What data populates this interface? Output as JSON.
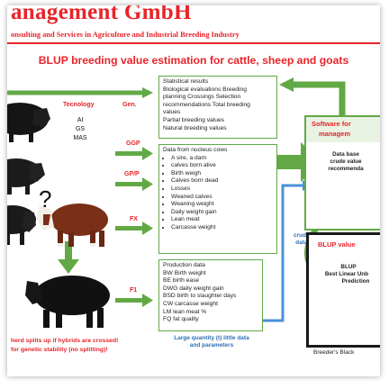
{
  "header": {
    "title": "anagement GmbH",
    "subtitle": "onsulting and Services in Agriculture and Industrial Breeding Industry"
  },
  "heading": "BLUP breeding value estimation for cattle, sheep and goats",
  "columns": {
    "technology": "Tecnology",
    "generation": "Gen."
  },
  "technologies": [
    "AI",
    "GS",
    "MAS"
  ],
  "question_mark": "?",
  "generations": [
    "GGP",
    "GP/P",
    "FX",
    "F1"
  ],
  "results_box": {
    "lines": [
      "Statistical results",
      "Biological evaluations Breeding",
      "planning Crossings Selection",
      "recommendations Total breeding",
      "values",
      "Partial breeding values",
      "Natural breeding values"
    ]
  },
  "nucleus_box": {
    "intro": "Data from nucleus cows",
    "items": [
      "A sire, a dam",
      "calves born alive",
      "Birth weigh",
      "Calves born dead",
      "Losses",
      "Weaned calves",
      "Weaning weight",
      "Daily weight gain",
      "Lean meat",
      "Carcasse weight"
    ]
  },
  "production_box": {
    "lines": [
      "Production data",
      "BW Birth weight",
      "BE birth ease",
      "DWG daily weight gain",
      "BSD birth to slaughter days",
      "CW carcasse weight",
      "LM lean meat %",
      "FQ fat quality"
    ]
  },
  "large_quantity_note": [
    "Large quantity (t) little data",
    "and parameters"
  ],
  "crude_data_label": [
    "crude",
    "data"
  ],
  "right_panel": {
    "software_title": [
      "Software for",
      "managem"
    ],
    "database_text": [
      "Data base",
      "crude value",
      "recommenda"
    ],
    "blup_title": "BLUP  value",
    "blup_text": [
      "BLUP",
      "Best Linear Unb",
      "Prediction"
    ],
    "black_box_label": "Breeder's Black"
  },
  "herd_note": [
    "herd splits up if hybrids are crossed!",
    "for genetic stability (no splitting)!"
  ],
  "colors": {
    "brand_red": "#e8242a",
    "arrow_green": "#62a945",
    "flow_blue": "#4a90d9"
  }
}
